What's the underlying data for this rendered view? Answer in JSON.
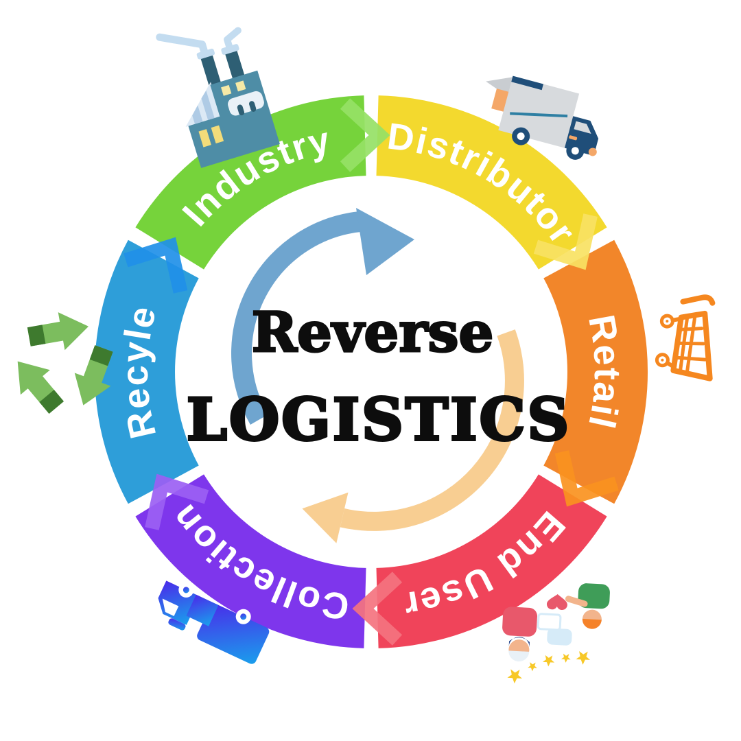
{
  "title": {
    "line1": "Reverse",
    "line2": "LOGISTICS",
    "color": "#0d0d0d"
  },
  "background": "#ffffff",
  "segments": [
    {
      "id": "industry",
      "label": "Industry",
      "color": "#76d33b",
      "chevron": "#96e166"
    },
    {
      "id": "distributor",
      "label": "Distributor",
      "color": "#f3d92e",
      "chevron": "#f8e263"
    },
    {
      "id": "retail",
      "label": "Retail",
      "color": "#f2862a",
      "chevron": "#fa9220"
    },
    {
      "id": "end-user",
      "label": "End User",
      "color": "#f0445a",
      "chevron": "#f4737f"
    },
    {
      "id": "collection",
      "label": "Collection",
      "color": "#7e36ec",
      "chevron": "#9b5ff3"
    },
    {
      "id": "recyle",
      "label": "Recyle",
      "color": "#2e9ed9",
      "chevron": "#2190e8"
    }
  ],
  "center_arrows": {
    "top_color": "#6fa5cf",
    "bottom_color": "#f8ce92"
  },
  "icons": {
    "factory": {
      "name": "factory-icon",
      "body": "#4e8da6",
      "dark": "#2e5f74",
      "smoke": "#c3dcf0",
      "roof": "#dce9f5",
      "stripe": "#afcbe5",
      "window": "#f3dc7a",
      "window_small": "#f6e9a6",
      "vent": "#e9f1f7"
    },
    "truck": {
      "name": "delivery-truck-icon",
      "box": "#d7dadd",
      "cab": "#1f4e79",
      "accent": "#2e7fa3",
      "cargo": "#f4a768",
      "flap": "#c9cdd1"
    },
    "cart": {
      "name": "shopping-cart-icon",
      "color": "#f5871f"
    },
    "review": {
      "name": "customers-review-icon",
      "shirt1": "#e8586b",
      "beard": "#2d4b8e",
      "skin": "#f2b48c",
      "cap": "#e9f1f7",
      "shirt2": "#3f9d58",
      "hair": "#f58229",
      "star": "#f7c828",
      "bubble": "#d6ebf8"
    },
    "garbage": {
      "name": "garbage-truck-icon",
      "from": "#4a2bea",
      "to": "#19a0ec"
    },
    "recycle": {
      "name": "recycle-icon",
      "light": "#7cbd5e",
      "dark": "#3e7a2e"
    }
  }
}
